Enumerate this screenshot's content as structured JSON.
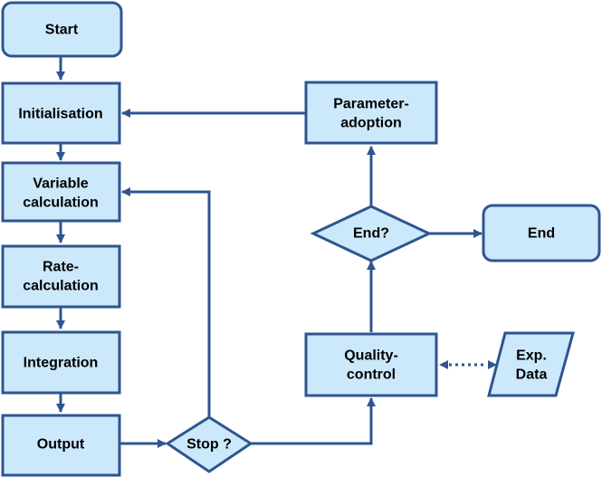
{
  "nodes": {
    "start": {
      "lines": [
        "Start"
      ]
    },
    "initialisation": {
      "lines": [
        "Initialisation"
      ]
    },
    "variable_calculation": {
      "lines": [
        "Variable",
        "calculation"
      ]
    },
    "rate_calculation": {
      "lines": [
        "Rate-",
        "calculation"
      ]
    },
    "integration": {
      "lines": [
        "Integration"
      ]
    },
    "output": {
      "lines": [
        "Output"
      ]
    },
    "stop_decision": {
      "lines": [
        "Stop ?"
      ]
    },
    "quality_control": {
      "lines": [
        "Quality-",
        "control"
      ]
    },
    "end_decision": {
      "lines": [
        "End?"
      ]
    },
    "parameter_adoption": {
      "lines": [
        "Parameter-",
        "adoption"
      ]
    },
    "end": {
      "lines": [
        "End"
      ]
    },
    "exp_data": {
      "lines": [
        "Exp.",
        "Data"
      ]
    }
  },
  "colors": {
    "node_fill": "#cce8fb",
    "stroke": "#2e5590",
    "text": "#000000"
  }
}
